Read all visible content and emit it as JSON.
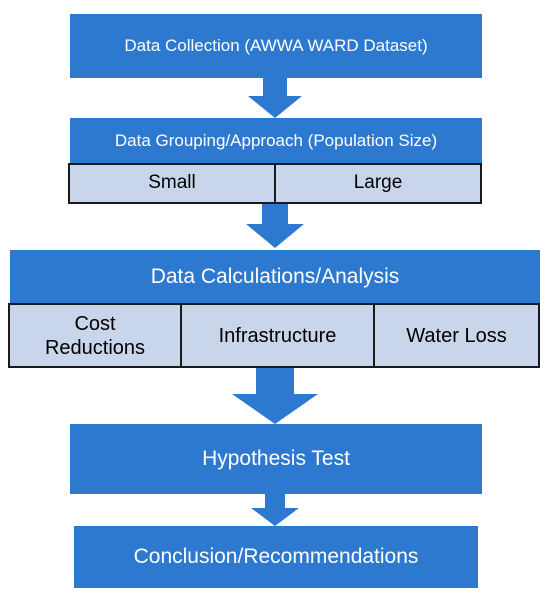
{
  "steps": {
    "collection": "Data Collection (AWWA WARD Dataset)",
    "grouping": "Data Grouping/Approach (Population Size)",
    "groups": [
      "Small",
      "Large"
    ],
    "calculations": "Data Calculations/Analysis",
    "analyses": [
      "Cost\nReductions",
      "Infrastructure",
      "Water Loss"
    ],
    "hypothesis": "Hypothesis Test",
    "conclusion": "Conclusion/Recommendations"
  },
  "colors": {
    "box_fill": "#2e79d0",
    "cell_fill": "#c9d5ea",
    "arrow_fill": "#2e79d0",
    "text_light": "#ffffff",
    "text_dark": "#000000"
  }
}
